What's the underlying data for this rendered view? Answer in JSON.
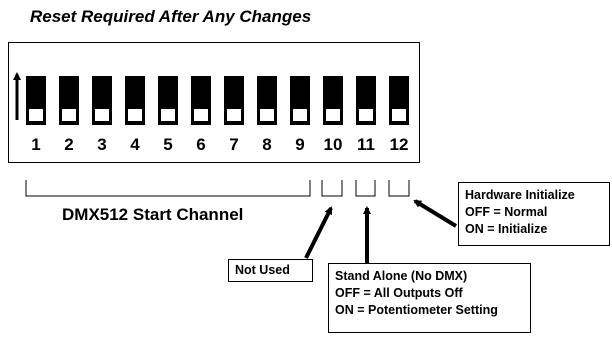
{
  "title": "Reset Required After Any Changes",
  "switch_numbers": [
    "1",
    "2",
    "3",
    "4",
    "5",
    "6",
    "7",
    "8",
    "9",
    "10",
    "11",
    "12"
  ],
  "start_channel_label": "DMX512 Start Channel",
  "not_used_label": "Not Used",
  "stand_alone": {
    "heading": "Stand Alone (No DMX)",
    "off": "OFF = All Outputs Off",
    "on": "ON = Potentiometer Setting"
  },
  "hardware_init": {
    "heading": "Hardware Initialize",
    "off": "OFF = Normal",
    "on": "ON = Initialize"
  }
}
